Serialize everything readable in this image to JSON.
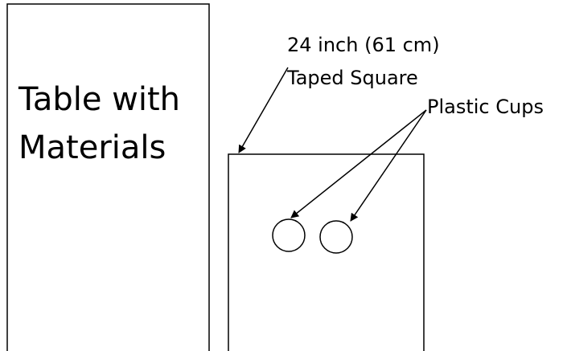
{
  "diagram": {
    "table": {
      "line1": "Table with",
      "line2": "Materials"
    },
    "square_label": {
      "line1": "24 inch (61 cm)",
      "line2": "Taped Square"
    },
    "cups_label": "Plastic Cups"
  },
  "colors": {
    "stroke": "#000000",
    "background": "#ffffff"
  }
}
